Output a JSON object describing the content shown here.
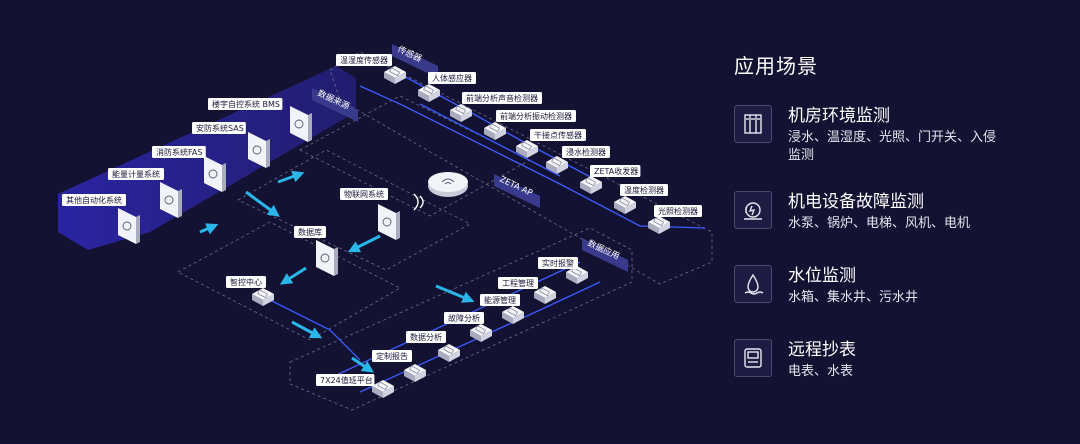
{
  "zones": {
    "sensor": "传感器",
    "data_source": "数据来源",
    "data_app": "数据应用",
    "zeta_ap": "ZETA AP"
  },
  "sensor_nodes": [
    "温湿度传感器",
    "人体感应器",
    "前端分析声音检测器",
    "前端分析振动检测器",
    "干接点传感器",
    "浸水检测器",
    "ZETA收发器",
    "温度检测器",
    "光照检测器"
  ],
  "source_nodes": [
    "楼宇自控系统 BMS",
    "安防系统SAS",
    "消防系统FAS",
    "能量计量系统",
    "其他自动化系统"
  ],
  "center_nodes": {
    "iot_system": "物联网系统",
    "database": "数据库",
    "control_center": "智控中心"
  },
  "app_nodes": [
    "实时报警",
    "工程管理",
    "能源管理",
    "故障分析",
    "数据分析",
    "定制报告",
    "7X24值班平台"
  ],
  "panel": {
    "title": "应用场景",
    "scenarios": [
      {
        "title": "机房环境监测",
        "desc": "浸水、温湿度、光照、门开关、入侵监测",
        "icon": "server-rack-icon"
      },
      {
        "title": "机电设备故障监测",
        "desc": "水泵、锅炉、电梯、风机、电机",
        "icon": "electric-machine-icon"
      },
      {
        "title": "水位监测",
        "desc": "水箱、集水井、污水井",
        "icon": "water-drop-icon"
      },
      {
        "title": "远程抄表",
        "desc": "电表、水表",
        "icon": "meter-icon"
      }
    ]
  },
  "colors": {
    "background": "#141232",
    "data_source_band": "#2a2496",
    "flow_line": "#3b5cff",
    "arrow": "#29b6e8",
    "zone_tag": "#3a3a8c"
  }
}
